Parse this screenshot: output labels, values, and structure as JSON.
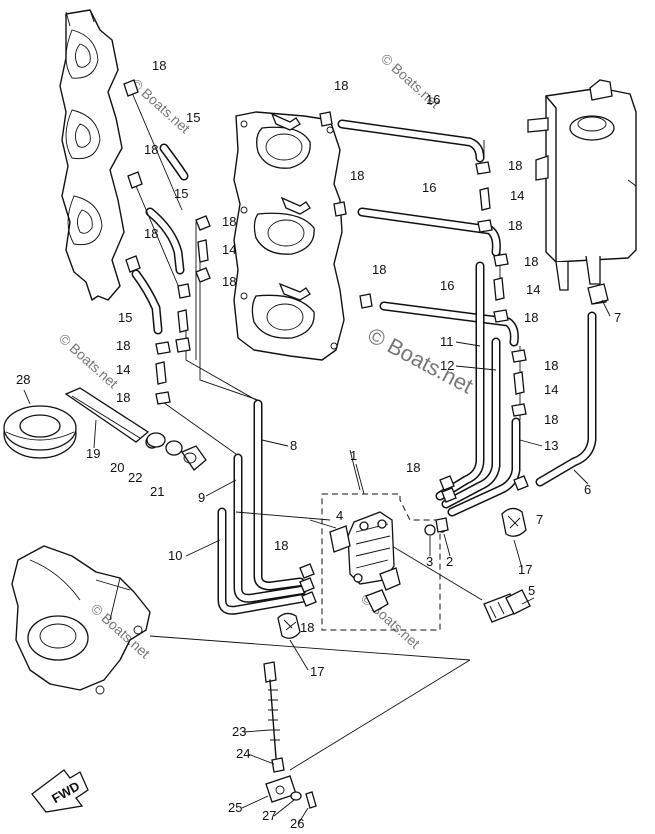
{
  "watermark": "© Boats.net",
  "fwd_label": "FWD",
  "callouts": {
    "c1": "1",
    "c2": "2",
    "c3": "3",
    "c4": "4",
    "c5": "5",
    "c6": "6",
    "c7": "7",
    "c8": "8",
    "c9": "9",
    "c10": "10",
    "c11": "11",
    "c12": "12",
    "c13": "13",
    "c14": "14",
    "c15": "15",
    "c16": "16",
    "c17": "17",
    "c18": "18",
    "c19": "19",
    "c20": "20",
    "c21": "21",
    "c22": "22",
    "c23": "23",
    "c24": "24",
    "c25": "25",
    "c26": "26",
    "c27": "27",
    "c28": "28"
  }
}
